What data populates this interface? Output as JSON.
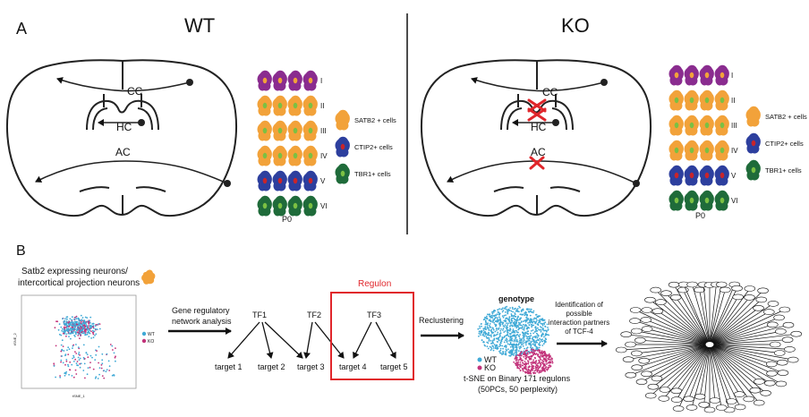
{
  "panel_a": {
    "label": "A",
    "wt": {
      "title": "WT",
      "labels": {
        "cc": "CC",
        "hc": "HC",
        "ac": "AC"
      },
      "layers": [
        "I",
        "II",
        "III",
        "IV",
        "V",
        "VI"
      ],
      "age": "P0",
      "legend": [
        "SATB2 + cells",
        "CTIP2+ cells",
        "TBR1+ cells"
      ]
    },
    "ko": {
      "title": "KO",
      "labels": {
        "cc": "CC",
        "hc": "HC",
        "ac": "AC"
      },
      "layers": [
        "I",
        "II",
        "III",
        "IV",
        "V",
        "VI"
      ],
      "age": "P0",
      "legend": [
        "SATB2 + cells",
        "CTIP2+ cells",
        "TBR1+ cells"
      ]
    },
    "colors": {
      "satb2": "#f2a23a",
      "ctip2": "#2d3f9e",
      "tbr1": "#1f6b3a",
      "layer1": "#8a2c8f",
      "green_nucleus": "#7bc043",
      "red_nucleus": "#c8252b",
      "cross": "#e0262b"
    }
  },
  "panel_b": {
    "label": "B",
    "neurons_caption": [
      "Satb2 expressing neurons/",
      "intercortical projection neurons"
    ],
    "scatter_legend": [
      "WT",
      "KO"
    ],
    "scatter_axis": {
      "x": "tSNE_1",
      "y": "tSNE_2"
    },
    "grn_caption": [
      "Gene regulatory",
      "network analysis"
    ],
    "regulon_title": "Regulon",
    "tfs": [
      "TF1",
      "TF2",
      "TF3"
    ],
    "targets": [
      "target 1",
      "target 2",
      "target 3",
      "target 4",
      "target 5"
    ],
    "reclustering": "Reclustering",
    "genotype_title": "genotype",
    "genotype_legend": [
      "WT",
      "KO"
    ],
    "tsne_caption": [
      "t-SNE on Binary 171 regulons",
      "(50PCs, 50 perplexity)"
    ],
    "identification_caption": [
      "Identification of",
      "possible",
      "interaction partners",
      "of TCF-4"
    ],
    "colors": {
      "wt": "#3fa9d6",
      "ko": "#c2327a",
      "regulon_box": "#e0262b"
    }
  }
}
